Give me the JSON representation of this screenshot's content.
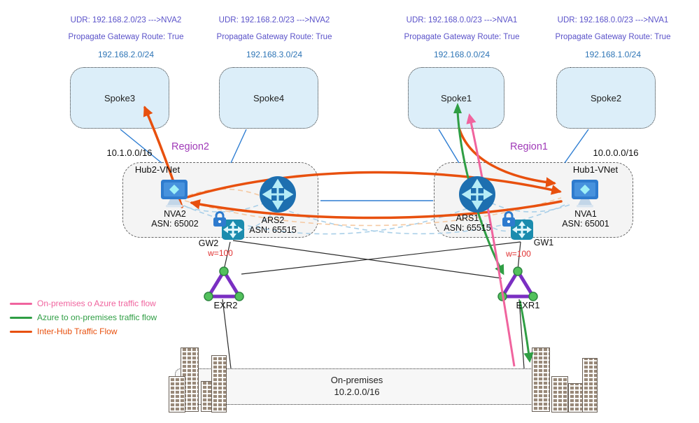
{
  "spokes": [
    {
      "name": "Spoke3",
      "udr": "UDR: 192.168.2.0/23 --->NVA2",
      "propagate": "Propagate Gateway Route: True",
      "cidr": "192.168.2.0/24"
    },
    {
      "name": "Spoke4",
      "udr": "UDR: 192.168.2.0/23 --->NVA2",
      "propagate": "Propagate Gateway Route: True",
      "cidr": "192.168.3.0/24"
    },
    {
      "name": "Spoke1",
      "udr": "UDR: 192.168.0.0/23 --->NVA1",
      "propagate": "Propagate Gateway Route: True",
      "cidr": "192.168.0.0/24"
    },
    {
      "name": "Spoke2",
      "udr": "UDR: 192.168.0.0/23 --->NVA1",
      "propagate": "Propagate Gateway Route: True",
      "cidr": "192.168.1.0/24"
    }
  ],
  "regions": {
    "region2": "Region2",
    "region1": "Region1"
  },
  "hubs": {
    "hub2": {
      "name": "Hub2-VNet",
      "cidr": "10.1.0.0/16",
      "nva_name": "NVA2",
      "nva_asn": "ASN: 65002",
      "ars_name": "ARS2",
      "ars_asn": "ASN: 65515",
      "gw_name": "GW2",
      "gw_weight": "w=100"
    },
    "hub1": {
      "name": "Hub1-VNet",
      "cidr": "10.0.0.0/16",
      "nva_name": "NVA1",
      "nva_asn": "ASN: 65001",
      "ars_name": "ARS1",
      "ars_asn": "ASN: 65515",
      "gw_name": "GW1",
      "gw_weight": "w=100"
    }
  },
  "exr": {
    "exr2_label": "EXR2",
    "exr1_label": "EXR1"
  },
  "onprem": {
    "name": "On-premises",
    "cidr": "10.2.0.0/16"
  },
  "legend": [
    {
      "label": "On-premises o Azure traffic flow",
      "color": "#f0649e"
    },
    {
      "label": "Azure to on-premises traffic flow",
      "color": "#2f9e44"
    },
    {
      "label": "Inter-Hub Traffic Flow",
      "color": "#e8500e"
    }
  ],
  "colors": {
    "udr_text": "#5a52c9",
    "cidr_text": "#2e75b6",
    "region_text": "#a03bb8",
    "weight_text": "#e03131",
    "vnet_peering_line": "#2d7dd2",
    "spoke_fill": "#dceef9",
    "hub_fill": "#f4f4f4"
  }
}
